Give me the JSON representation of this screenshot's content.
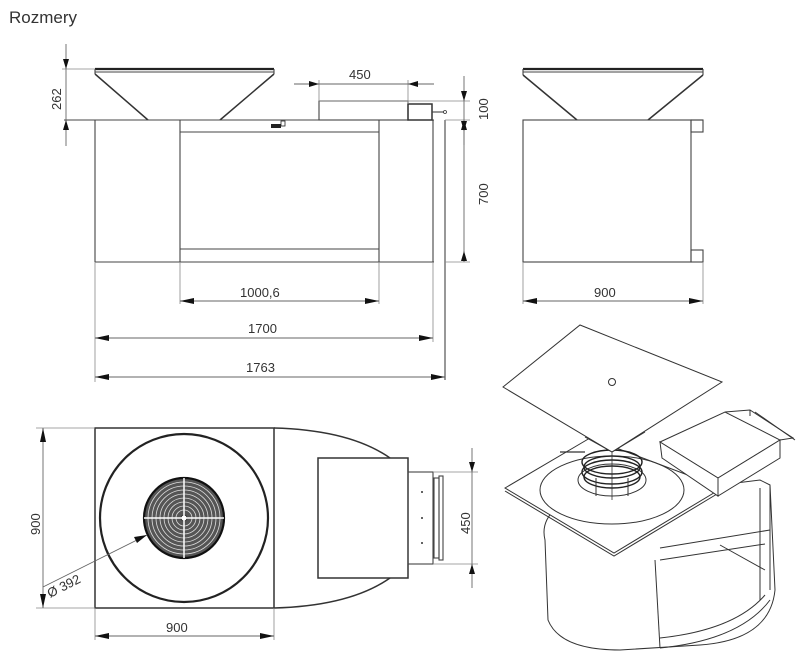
{
  "title": "Rozmery",
  "views": {
    "front": {
      "dimensions": {
        "bowl_height": "262",
        "side_table_width": "450",
        "side_table_height": "100",
        "body_height": "700",
        "opening_width": "1000,6",
        "body_width": "1700",
        "overall_width": "1763"
      }
    },
    "side": {
      "dimensions": {
        "depth": "900"
      }
    },
    "top": {
      "dimensions": {
        "plate_depth": "900",
        "plate_width": "900",
        "grate_diameter": "Ø 392",
        "side_table_depth": "450"
      }
    },
    "isometric": {
      "label": ""
    }
  }
}
